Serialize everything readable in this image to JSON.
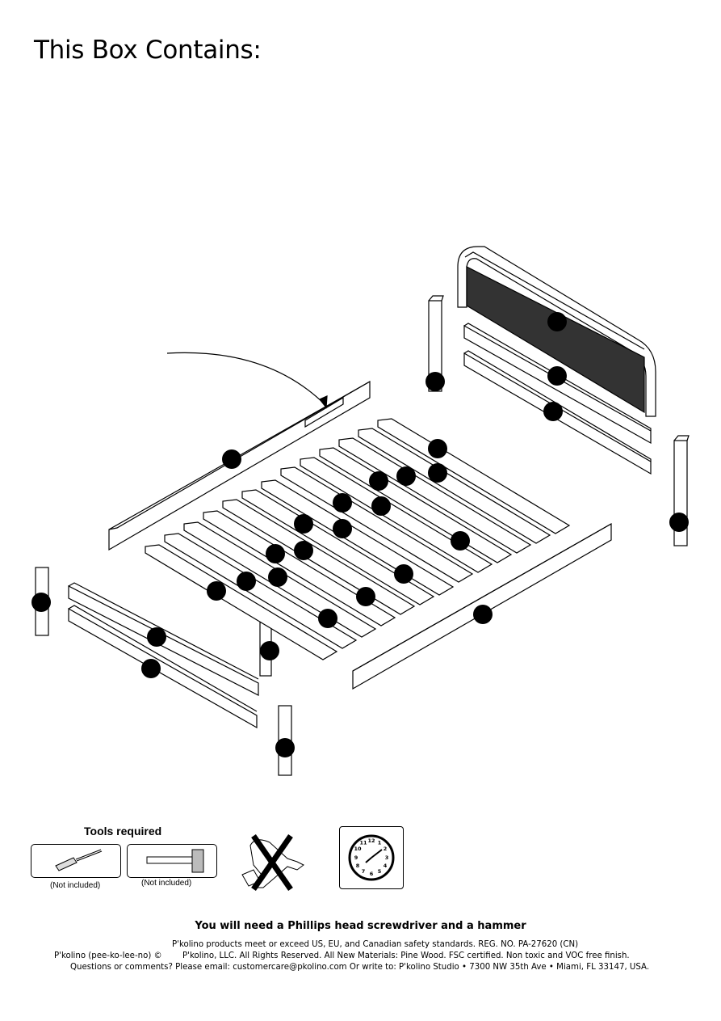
{
  "header": {
    "title": "This Box Contains:"
  },
  "tools": {
    "title": "Tools required",
    "items": [
      {
        "icon": "screwdriver-icon",
        "note": "(Not included)"
      },
      {
        "icon": "hammer-icon",
        "note": "(Not included)"
      }
    ],
    "no_power_tools_icon": "crossed-out-drill-icon",
    "time_icon": "clock-icon",
    "clock_numbers": [
      "12",
      "1",
      "2",
      "3",
      "4",
      "5",
      "6",
      "7",
      "8",
      "9",
      "10",
      "11"
    ]
  },
  "footer": {
    "need_text": "You will need a Phillips head screwdriver and a hammer",
    "line1": "P'kolino products meet or exceed US, EU, and Canadian safety standards. REG. NO. PA-27620 (CN)",
    "line2_left": "P'kolino (pee-ko-lee-no) ©",
    "line2_right": "P'kolino, LLC. All Rights Reserved. All New Materials: Pine Wood. FSC certified. Non toxic and VOC free finish.",
    "line3": "Questions or comments?  Please email:  customercare@pkolino.com  Or write to:  P'kolino Studio • 7300 NW 35th Ave • Miami, FL 33147, USA."
  }
}
